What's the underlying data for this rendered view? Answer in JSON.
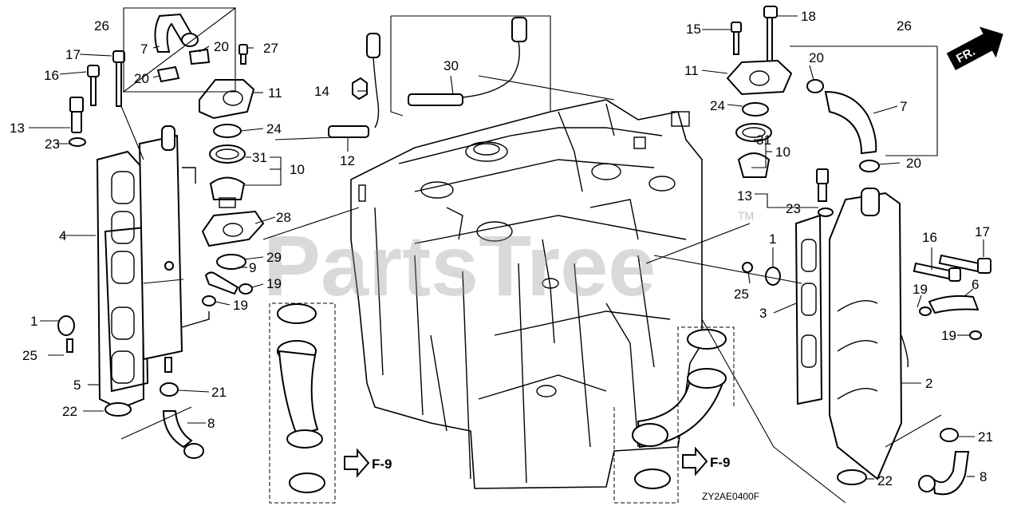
{
  "diagram": {
    "watermark": "PartsTree",
    "trademark": "TM",
    "direction_label": "FR.",
    "drawing_code": "ZY2AE0400F",
    "references": [
      {
        "id": "ref-left",
        "text": "F-9"
      },
      {
        "id": "ref-right",
        "text": "F-9"
      }
    ],
    "callouts": {
      "c1": "1",
      "c2": "2",
      "c3": "3",
      "c4": "4",
      "c5": "5",
      "c6": "6",
      "c7": "7",
      "c7b": "7",
      "c8": "8",
      "c8b": "8",
      "c9": "9",
      "c10": "10",
      "c10b": "10",
      "c11": "11",
      "c11b": "11",
      "c12": "12",
      "c13": "13",
      "c13b": "13",
      "c14": "14",
      "c15": "15",
      "c16": "16",
      "c16b": "16",
      "c17": "17",
      "c17b": "17",
      "c18": "18",
      "c19a": "19",
      "c19b": "19",
      "c19c": "19",
      "c19d": "19",
      "c20a": "20",
      "c20b": "20",
      "c20c": "20",
      "c20d": "20",
      "c21": "21",
      "c21b": "21",
      "c22": "22",
      "c22b": "22",
      "c23": "23",
      "c23b": "23",
      "c24": "24",
      "c24b": "24",
      "c25": "25",
      "c25b": "25",
      "c26": "26",
      "c26b": "26",
      "c27": "27",
      "c28": "28",
      "c29": "29",
      "c30": "30",
      "c31": "31",
      "c31b": "31"
    }
  }
}
